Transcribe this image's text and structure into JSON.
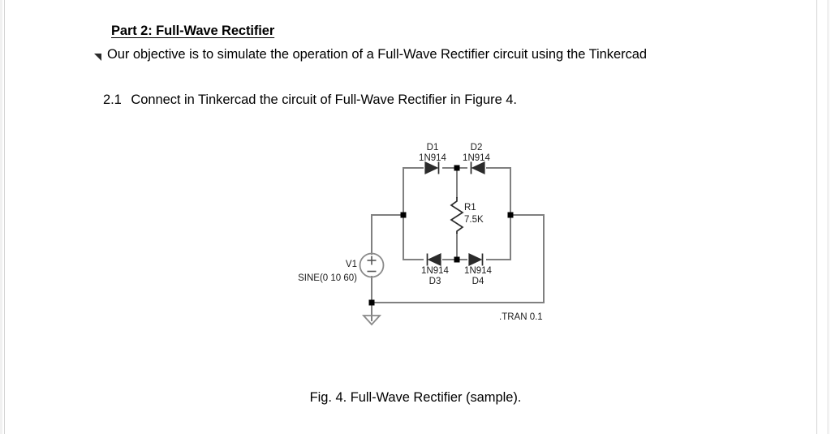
{
  "document": {
    "heading": "Part 2: Full-Wave Rectifier",
    "objective": "Our objective is to simulate the operation of a Full-Wave Rectifier circuit using the Tinkercad",
    "step": {
      "number": "2.1",
      "text": "Connect in Tinkercad the circuit of Full-Wave Rectifier in Figure 4."
    },
    "caption": "Fig. 4. Full-Wave Rectifier (sample)."
  },
  "figure": {
    "title": "Full-Wave Rectifier bridge circuit schematic",
    "components": {
      "d1": {
        "ref": "D1",
        "value": "1N914"
      },
      "d2": {
        "ref": "D2",
        "value": "1N914"
      },
      "d3": {
        "ref": "D3",
        "value": "1N914"
      },
      "d4": {
        "ref": "D4",
        "value": "1N914"
      },
      "r1": {
        "ref": "R1",
        "value": "7.5K"
      },
      "v1": {
        "ref": "V1",
        "value": "SINE(0 10 60)"
      }
    },
    "directive": ".TRAN 0.1",
    "source_plus": "+",
    "source_minus": "–",
    "colors": {
      "wire": "#808080",
      "component": "#2b2b2b",
      "text": "#1c1c1c",
      "page_border": "#d4d4d4"
    }
  }
}
